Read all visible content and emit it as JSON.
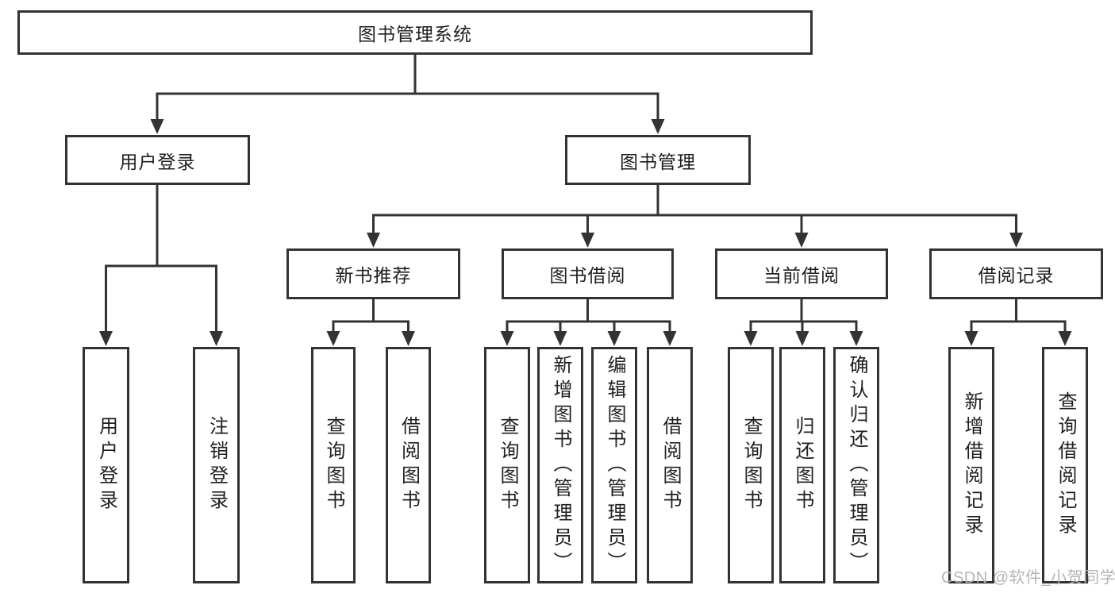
{
  "diagram": {
    "root": {
      "label": "图书管理系统"
    },
    "level2": {
      "user_login": {
        "label": "用户登录"
      },
      "book_management": {
        "label": "图书管理"
      }
    },
    "level3": {
      "new_book": {
        "label": "新书推荐"
      },
      "book_borrow": {
        "label": "图书借阅"
      },
      "current_borrow": {
        "label": "当前借阅"
      },
      "borrow_record": {
        "label": "借阅记录"
      }
    },
    "leaves": {
      "user_login_children": [
        "用户登录",
        "注销登录"
      ],
      "new_book_children": [
        "查询图书",
        "借阅图书"
      ],
      "book_borrow_children": [
        "查询图书",
        "新增图书（管理员）",
        "编辑图书（管理员）",
        "借阅图书"
      ],
      "current_borrow_children": [
        "查询图书",
        "归还图书",
        "确认归还（管理员）"
      ],
      "borrow_record_children": [
        "新增借阅记录",
        "查询借阅记录"
      ]
    }
  },
  "colors": {
    "line": "#333333",
    "text": "#1f1f1f",
    "watermark": "#b4b4b4"
  },
  "watermark": {
    "text": "CSDN @软件_小贺同学"
  }
}
